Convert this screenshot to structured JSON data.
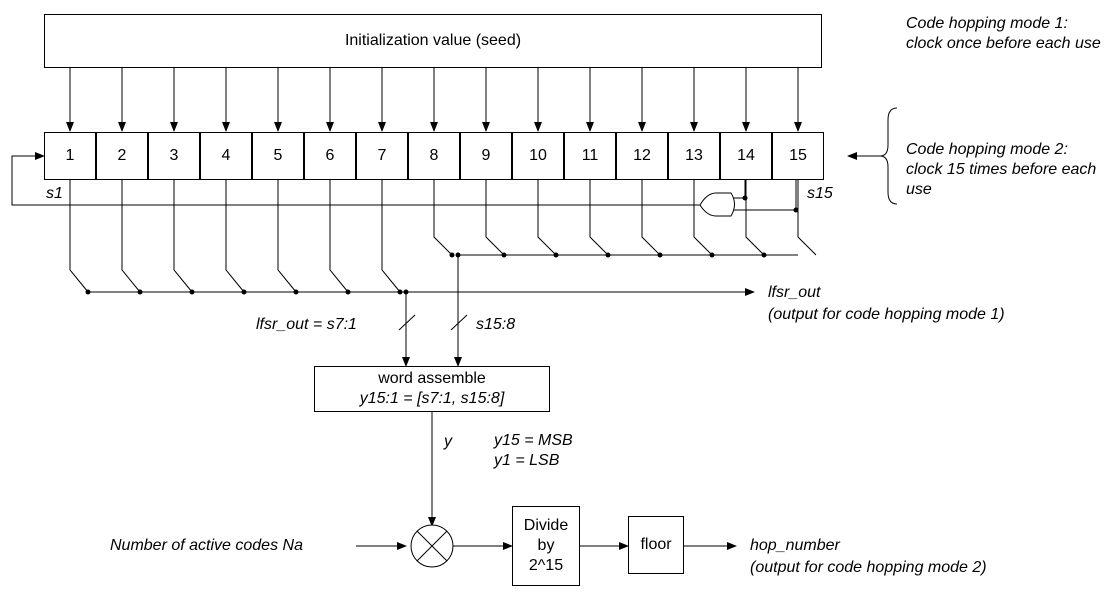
{
  "seed_box": {
    "label": "Initialization value (seed)"
  },
  "register": {
    "cells": [
      "1",
      "2",
      "3",
      "4",
      "5",
      "6",
      "7",
      "8",
      "9",
      "10",
      "11",
      "12",
      "13",
      "14",
      "15"
    ]
  },
  "stage_labels": {
    "first": "s1",
    "last": "s15"
  },
  "modes": {
    "mode1": "Code hopping mode 1: clock once before each use",
    "mode2": "Code hopping mode 2: clock 15 times before each use"
  },
  "lfsr_output": {
    "name": "lfsr_out",
    "description": "(output for code hopping mode 1)",
    "bus_low": "lfsr_out = s7:1",
    "bus_high": "s15:8"
  },
  "word_assemble": {
    "title": "word assemble",
    "formula": "y15:1 = [s7:1,  s15:8]"
  },
  "y_signal": {
    "name": "y",
    "msb": "y15 = MSB",
    "lsb": "y1 = LSB"
  },
  "multiplier_input": {
    "label": "Number of active codes Na"
  },
  "divide_box": {
    "label": "Divide by 2^15"
  },
  "floor_box": {
    "label": "floor"
  },
  "hop_output": {
    "name": "hop_number",
    "description": "(output for code hopping mode 2)"
  }
}
